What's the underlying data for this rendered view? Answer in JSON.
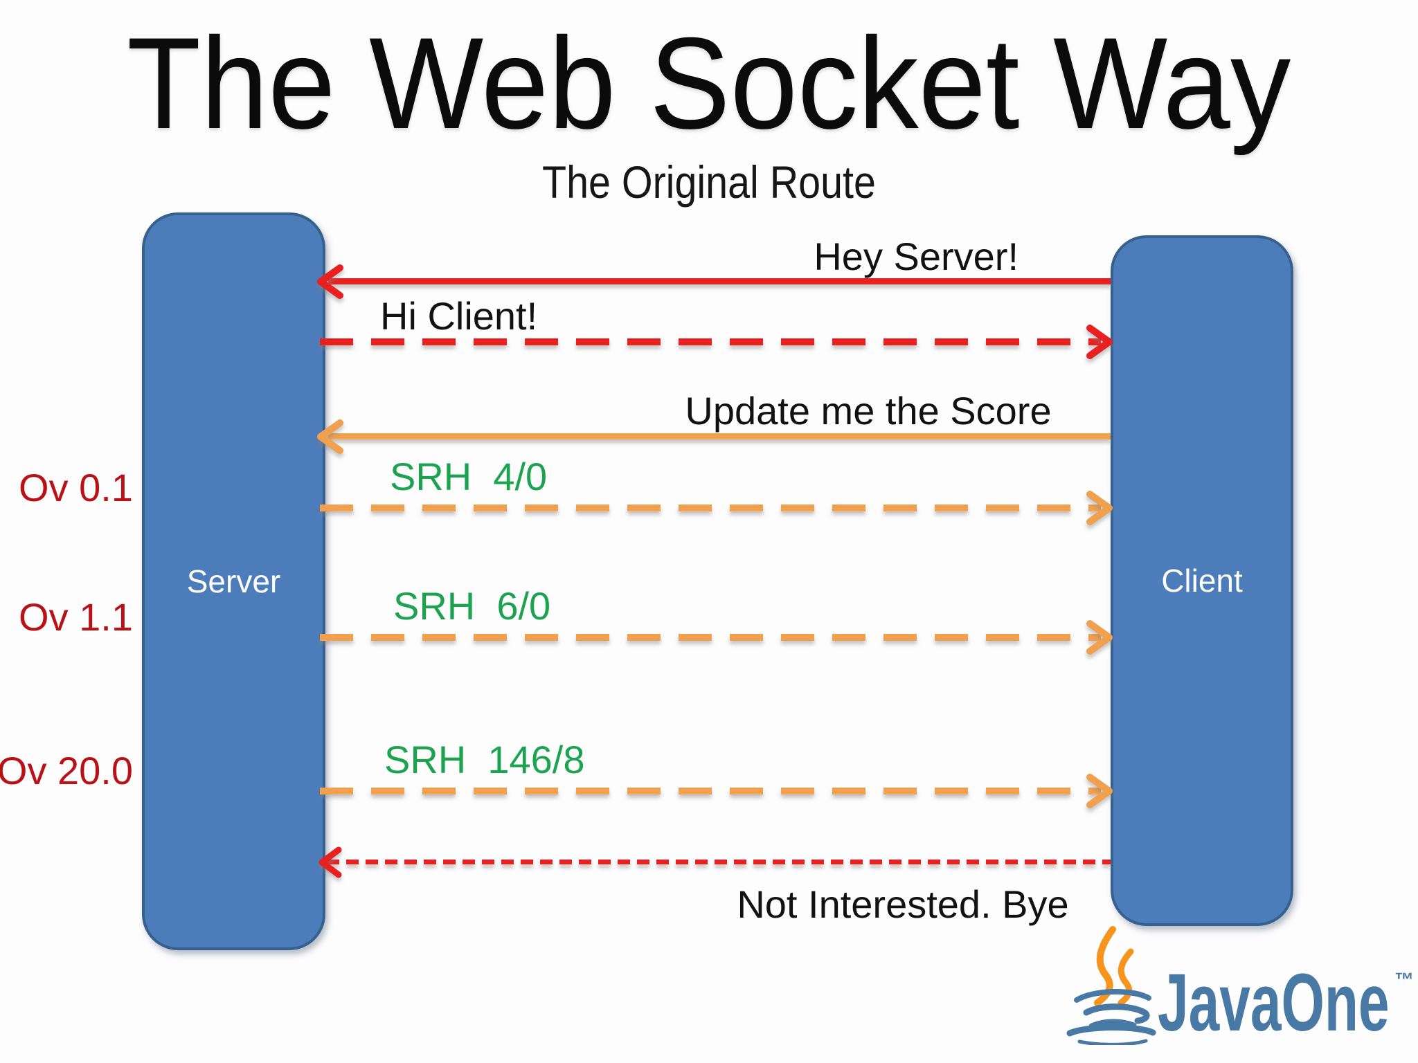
{
  "slide": {
    "title": "The Web Socket Way",
    "subtitle": "The Original Route"
  },
  "actors": {
    "server": {
      "label": "Server"
    },
    "client": {
      "label": "Client"
    }
  },
  "messages": [
    {
      "name": "hey-server",
      "label": "Hey Server!",
      "from": "client",
      "to": "server",
      "line": "solid",
      "arrow_color": "#e92020",
      "label_color": "#111111"
    },
    {
      "name": "hi-client",
      "label": "Hi Client!",
      "from": "server",
      "to": "client",
      "line": "dashed",
      "arrow_color": "#e92020",
      "label_color": "#111111"
    },
    {
      "name": "update-score",
      "label": "Update me the Score",
      "from": "client",
      "to": "server",
      "line": "solid",
      "arrow_color": "#f0a04e",
      "label_color": "#111111"
    },
    {
      "name": "score-1",
      "label": "SRH  4/0",
      "over_label": "Ov 0.1",
      "from": "server",
      "to": "client",
      "line": "dashed",
      "arrow_color": "#f0a04e",
      "label_color": "#1ba350",
      "over_color": "#b91115"
    },
    {
      "name": "score-2",
      "label": "SRH  6/0",
      "over_label": "Ov 1.1",
      "from": "server",
      "to": "client",
      "line": "dashed",
      "arrow_color": "#f0a04e",
      "label_color": "#1ba350",
      "over_color": "#b91115"
    },
    {
      "name": "score-3",
      "label": "SRH  146/8",
      "over_label": "Ov 20.0",
      "from": "server",
      "to": "client",
      "line": "dashed",
      "arrow_color": "#f0a04e",
      "label_color": "#1ba350",
      "over_color": "#b91115"
    },
    {
      "name": "bye",
      "label": "Not Interested. Bye",
      "from": "client",
      "to": "server",
      "line": "fine-dashed",
      "arrow_color": "#e92020",
      "label_color": "#111111"
    }
  ],
  "footer": {
    "brand": "JavaOne",
    "trademark": "™",
    "brand_color": "#4879a4",
    "flame_color": "#f6941e",
    "cup_color": "#4879a4"
  },
  "colors": {
    "red": "#e92020",
    "orange": "#f0a04e",
    "green": "#1ba350",
    "dark_red": "#b91115",
    "actor_fill": "#4c7dba",
    "actor_border": "#36618e",
    "text": "#111111",
    "background": "#fdfdfe"
  }
}
